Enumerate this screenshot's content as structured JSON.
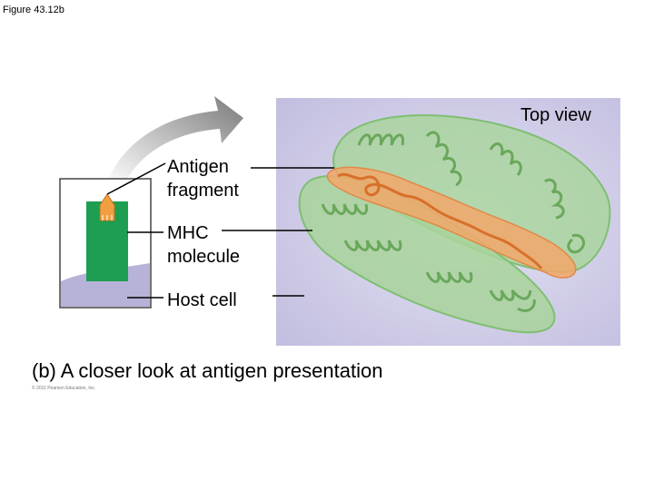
{
  "figure_label": "Figure 43.12b",
  "top_view_label": "Top view",
  "labels": {
    "antigen_fragment_line1": "Antigen",
    "antigen_fragment_line2": "fragment",
    "mhc_line1": "MHC",
    "mhc_line2": "molecule",
    "host_cell": "Host cell"
  },
  "caption": "(b) A closer look at antigen presentation",
  "copyright": "© 2011 Pearson Education, Inc.",
  "colors": {
    "background_panel": "#c9c6e4",
    "mhc_green": "#a8d49a",
    "antigen_orange": "#f2a76a",
    "host_cell_purple": "#b7b3d8",
    "schematic_mhc_green": "#1e9e50",
    "schematic_antigen": "#f0a040",
    "arrow_gray": "#8a8a8a"
  }
}
